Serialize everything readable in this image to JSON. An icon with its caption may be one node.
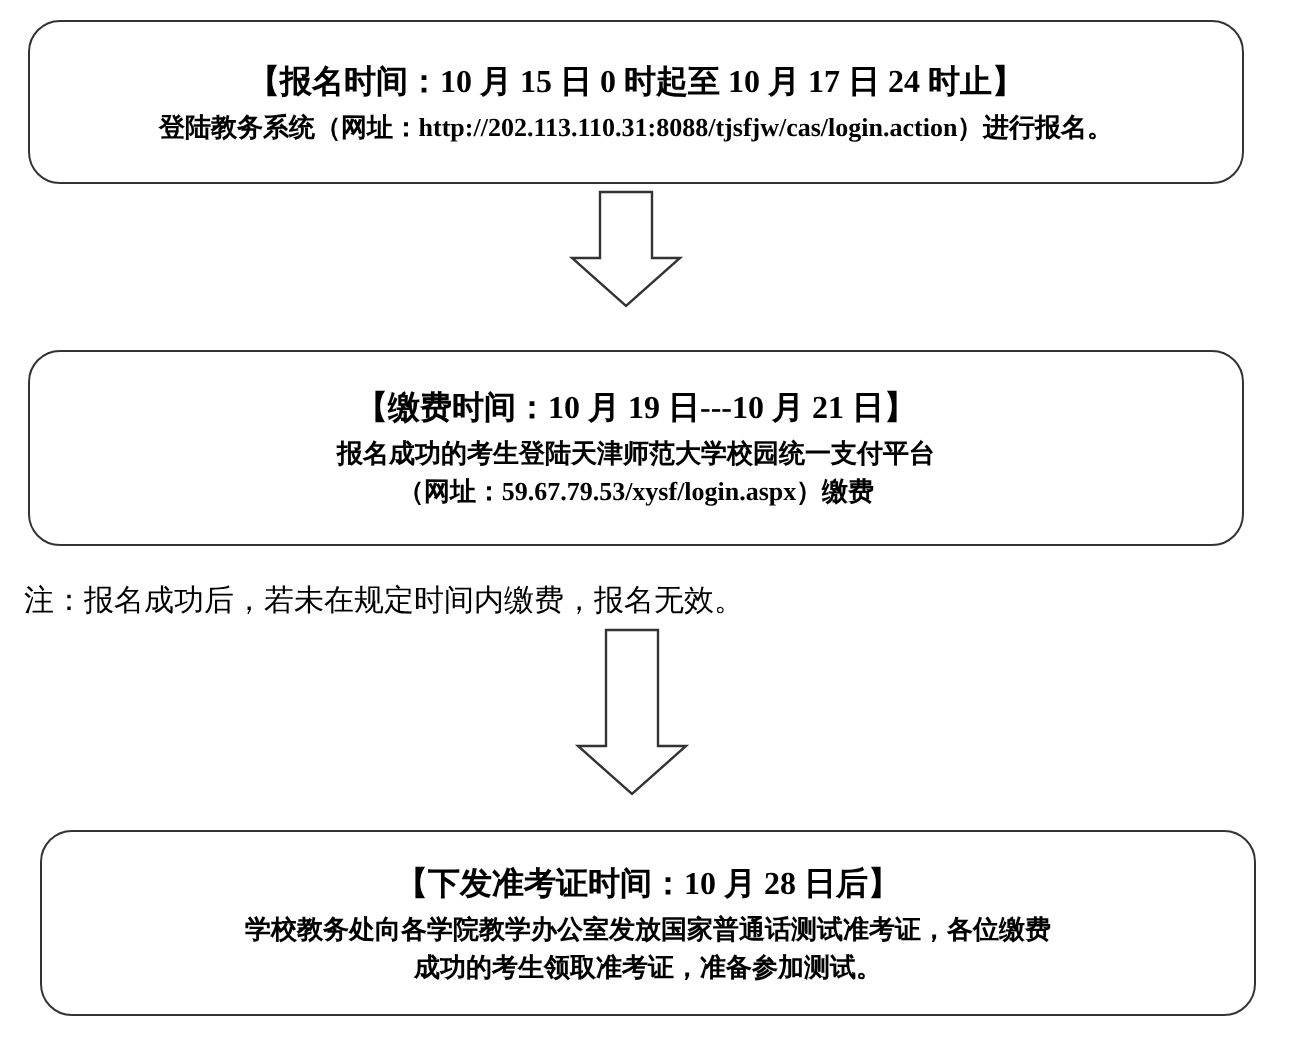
{
  "diagram": {
    "nodes": [
      {
        "text": [
          "【报名时间：10 月 15 日 0 时起至 10 月 17 日 24 时止】",
          "登陆教务系统（网址：http://202.113.110.31:8088/tjsfjw/cas/login.action）进行报名。"
        ]
      },
      {
        "text": [
          "【缴费时间：10 月 19 日---10 月 21 日】",
          "报名成功的考生登陆天津师范大学校园统一支付平台（网址：59.67.79.53/xysf/login.aspx）缴费"
        ]
      },
      {
        "text": [
          "【下发准考证时间：10 月 28 日后】",
          "学校教务处向各学院教学办公室发放国家普通话测试准考证，各位缴费成功的考生领取准考证，准备参加测试。"
        ]
      }
    ],
    "edges": [
      {
        "from": 0,
        "to": 1,
        "arrow": "to"
      },
      {
        "from": 1,
        "to": 2,
        "arrow": "to"
      }
    ],
    "labels": [
      "注：报名成功后，若未在规定时间内缴费，报名无效。"
    ]
  }
}
